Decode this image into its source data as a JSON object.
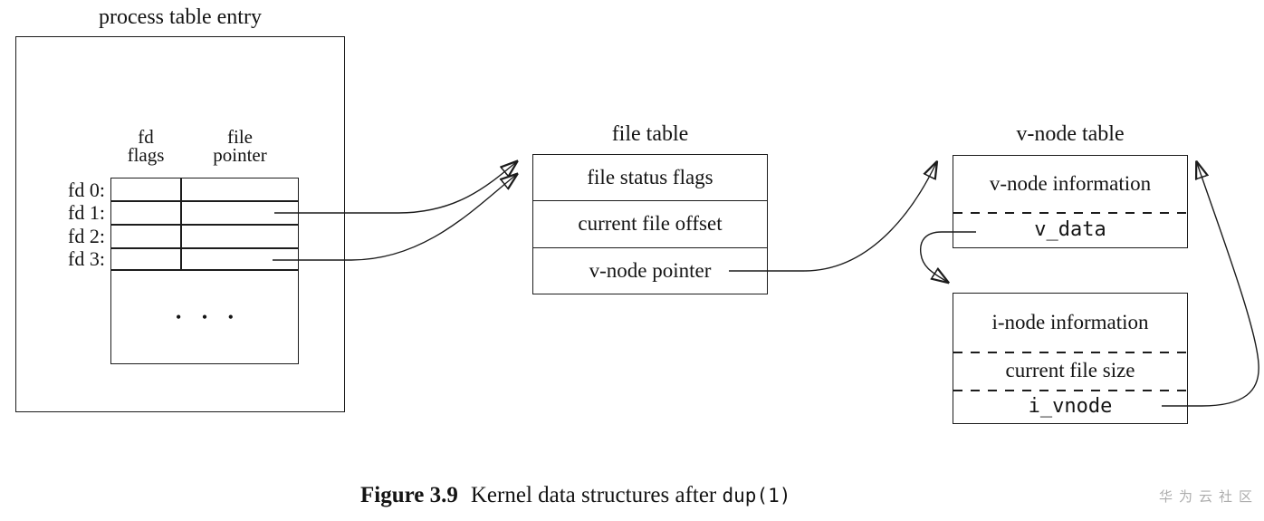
{
  "process_table": {
    "title": "process table entry",
    "col_headers": {
      "fd_line1": "fd",
      "fd_line2": "flags",
      "fp_line1": "file",
      "fp_line2": "pointer"
    },
    "rows": [
      {
        "label": "fd 0:"
      },
      {
        "label": "fd 1:"
      },
      {
        "label": "fd 2:"
      },
      {
        "label": "fd 3:"
      }
    ],
    "ellipsis": "• • •"
  },
  "file_table": {
    "title": "file table",
    "rows": [
      "file status flags",
      "current file offset",
      "v-node pointer"
    ]
  },
  "vnode_table": {
    "title": "v-node table",
    "vnode_box": {
      "info": "v-node information",
      "v_data": "v_data"
    },
    "inode_box": {
      "info": "i-node information",
      "size": "current file size",
      "i_vnode": "i_vnode"
    }
  },
  "caption": {
    "label": "Figure 3.9",
    "text": "Kernel data structures after",
    "code": "dup(1)"
  },
  "watermark": "华为云社区",
  "colors": {
    "line": "#1c1c1c",
    "text": "#141414",
    "watermark": "#adadad",
    "background": "#ffffff"
  }
}
